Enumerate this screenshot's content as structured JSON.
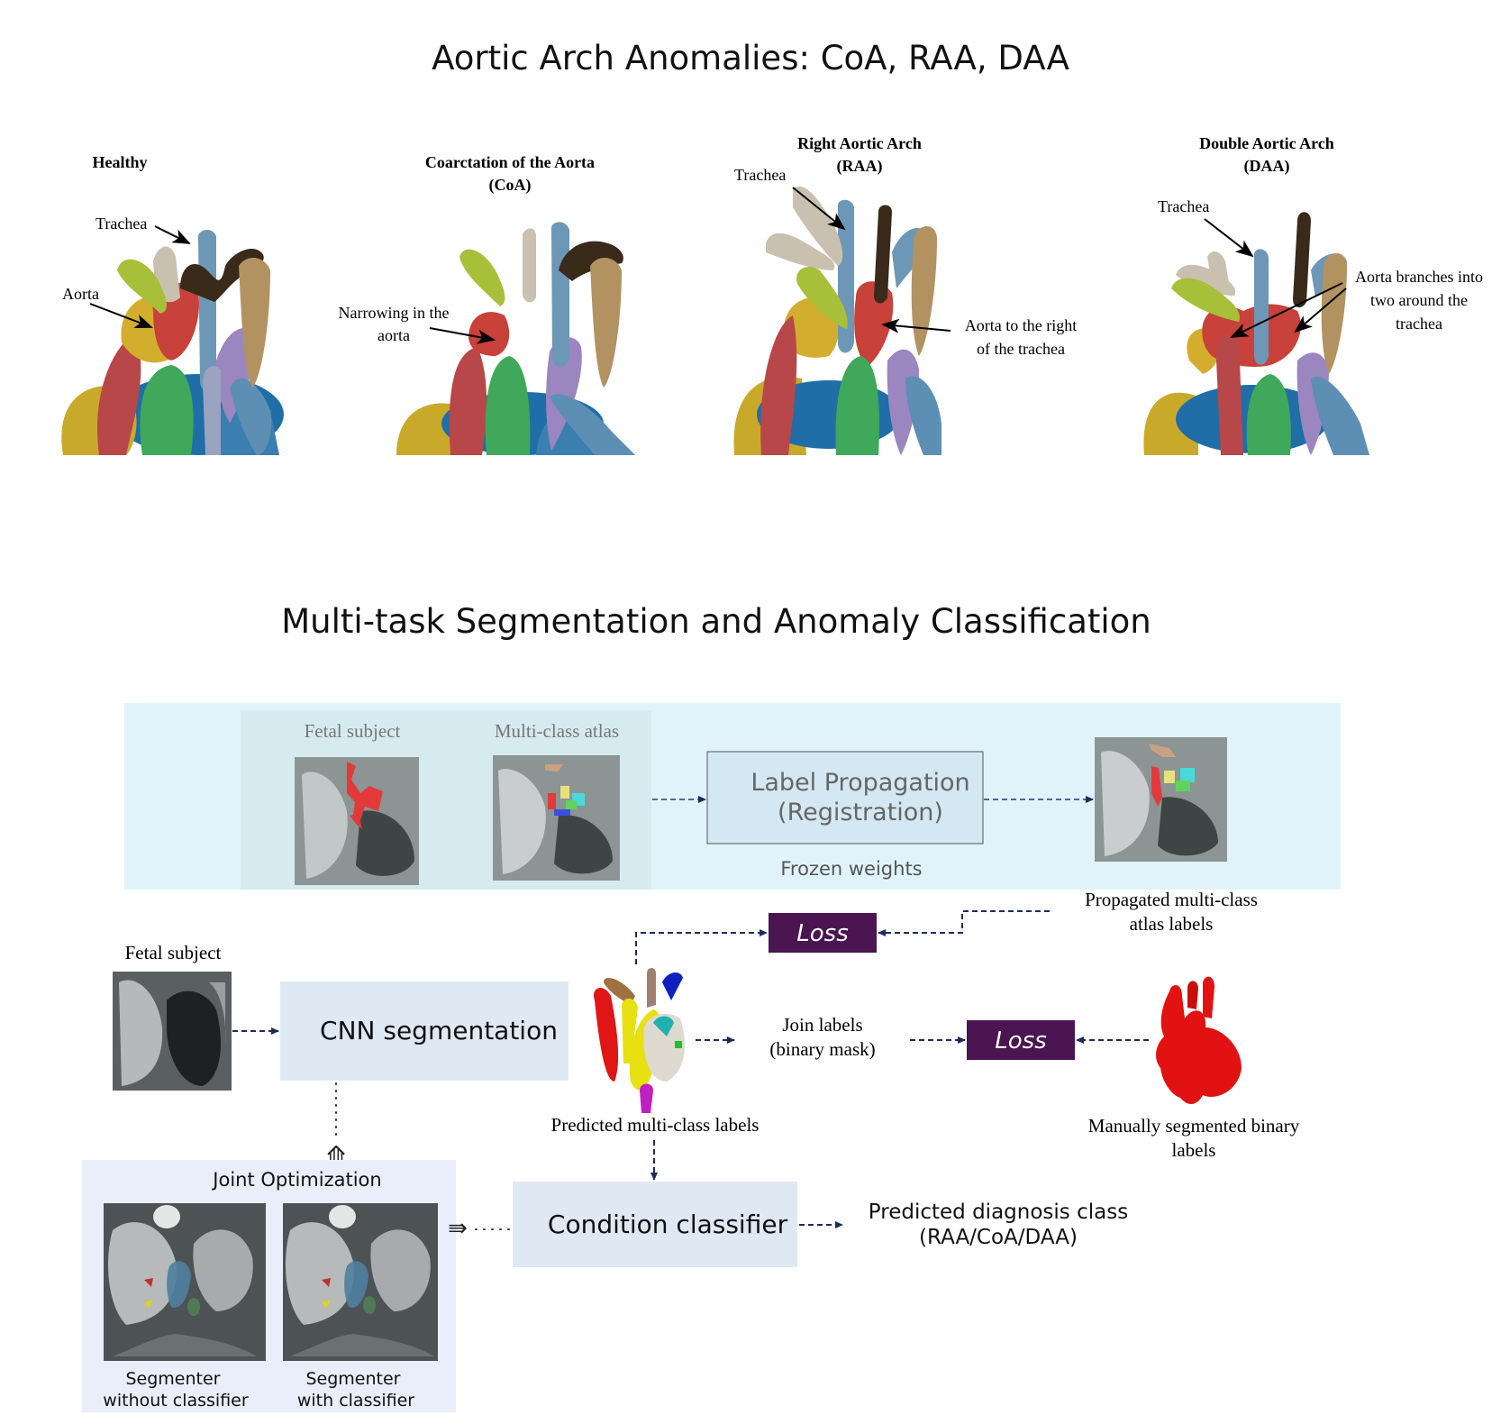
{
  "titles": {
    "top": "Aortic Arch Anomalies: CoA, RAA, DAA",
    "bottom": "Multi-task Segmentation and Anomaly Classification"
  },
  "anatomy_panels": [
    {
      "heading": [
        "Healthy"
      ],
      "labels": [
        "Trachea",
        "Aorta"
      ]
    },
    {
      "heading": [
        "Coarctation of the Aorta",
        "(CoA)"
      ],
      "labels": [
        "Narrowing in the",
        "aorta"
      ]
    },
    {
      "heading": [
        "Right Aortic Arch",
        "(RAA)"
      ],
      "labels": [
        "Trachea",
        "Aorta to the right",
        "of the trachea"
      ]
    },
    {
      "heading": [
        "Double Aortic Arch",
        "(DAA)"
      ],
      "labels": [
        "Trachea",
        "Aorta branches into",
        "two around the",
        "trachea"
      ]
    }
  ],
  "pipeline": {
    "atlas_panel": {
      "fetal_subject": "Fetal subject",
      "multi_class_atlas": "Multi-class atlas",
      "label_propagation": [
        "Label Propagation",
        "(Registration)"
      ],
      "frozen_weights": "Frozen  weights"
    },
    "propagated_labels": [
      "Propagated multi-class",
      "atlas labels"
    ],
    "loss_label": "Loss",
    "fetal_subject": "Fetal subject",
    "cnn_segmentation": "CNN segmentation",
    "predicted_multi_class": "Predicted multi-class labels",
    "join_labels": [
      "Join labels",
      "(binary mask)"
    ],
    "manual_labels": [
      "Manually segmented binary",
      "labels"
    ],
    "joint_optimization": "Joint Optimization",
    "segmenter_without": [
      "Segmenter",
      "without classifier"
    ],
    "segmenter_with": [
      "Segmenter",
      "with classifier"
    ],
    "condition_classifier": "Condition classifier",
    "predicted_diagnosis": [
      "Predicted diagnosis class",
      "(RAA/CoA/DAA)"
    ]
  },
  "colors": {
    "loss_box": "#4a1550",
    "arrow": "#1a2b5e",
    "atlas_bg": "#e0f3fa",
    "box_fill": "#dfe9f4",
    "joint_bg": "#e9eefa"
  }
}
